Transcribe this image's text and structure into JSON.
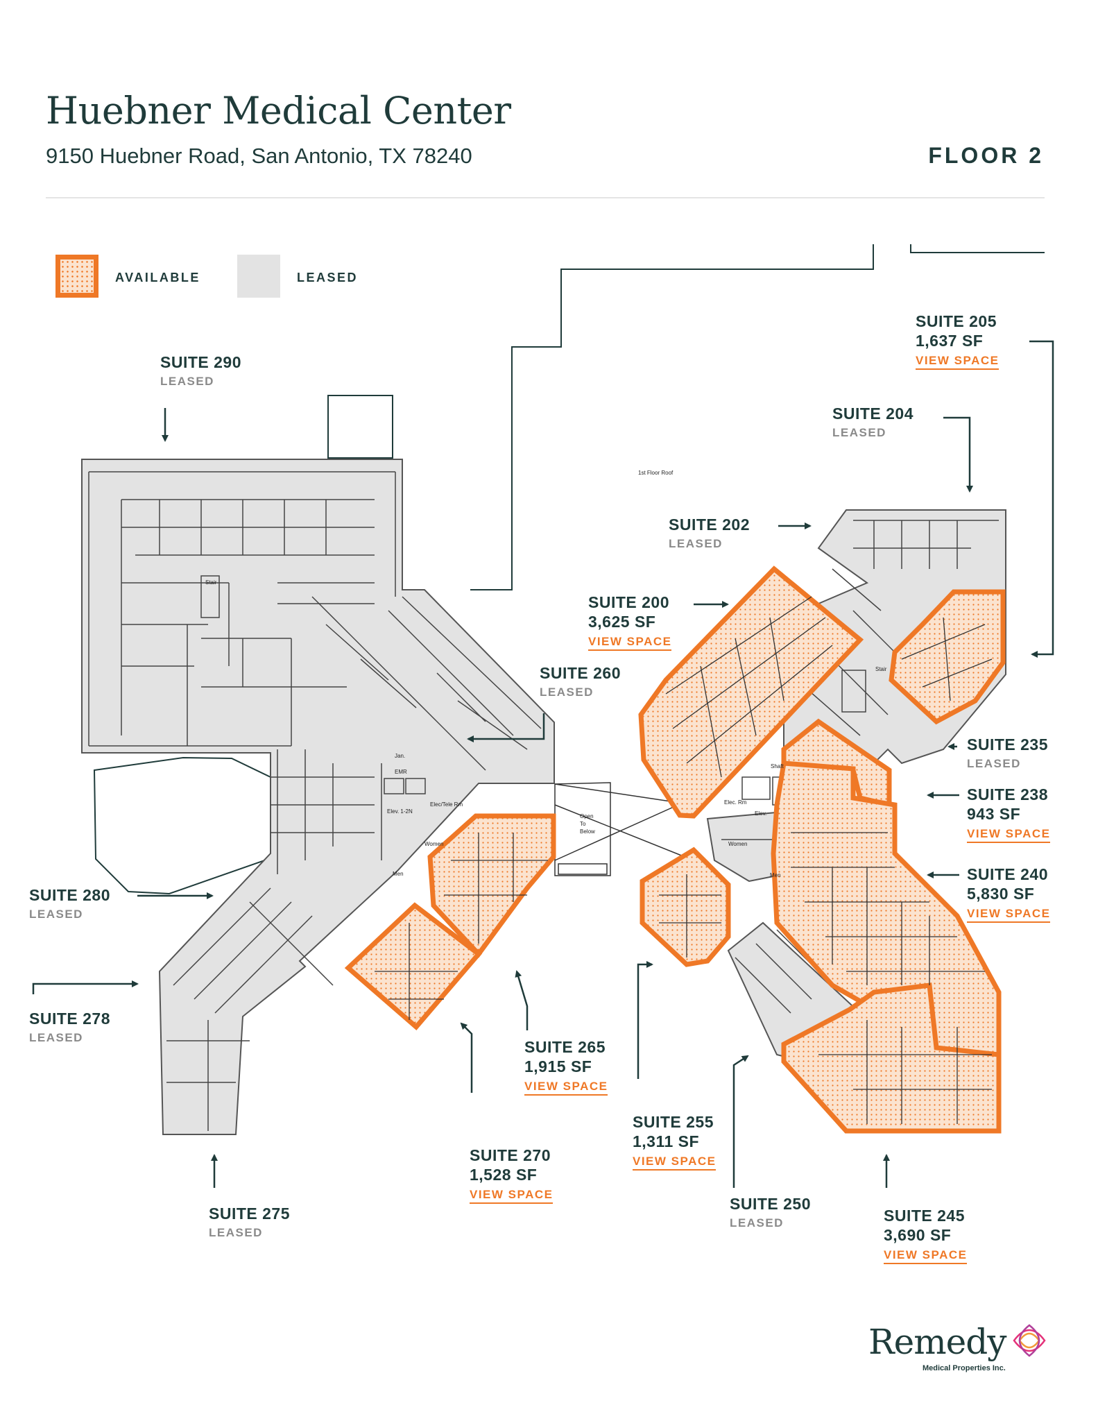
{
  "header": {
    "title": "Huebner Medical Center",
    "address": "9150 Huebner Road, San Antonio, TX 78240",
    "floor": "FLOOR 2"
  },
  "legend": {
    "available": "AVAILABLE",
    "leased": "LEASED"
  },
  "colors": {
    "available_outline": "#ef7826",
    "available_fill": "#fbe3cf",
    "leased_fill": "#e3e3e3",
    "text": "#1f3b3a"
  },
  "plan_notes": {
    "roof": "1st Floor Roof",
    "open_line1": "Open",
    "open_line2": "To",
    "open_line3": "Below",
    "stair": "Stair",
    "emr": "EMR",
    "jan": "Jan.",
    "shaft": "Shaft",
    "elev": "Elev.",
    "elev_left": "Elev. 1-2N",
    "elec_tele": "Elec/Tele Rm",
    "elec_rm": "Elec. Rm",
    "women": "Women",
    "men": "Men"
  },
  "suites": {
    "s205": {
      "name": "SUITE 205",
      "sf": "1,637 SF",
      "link": "VIEW SPACE"
    },
    "s290": {
      "name": "SUITE 290",
      "status": "LEASED"
    },
    "s204": {
      "name": "SUITE 204",
      "status": "LEASED"
    },
    "s202": {
      "name": "SUITE 202",
      "status": "LEASED"
    },
    "s200": {
      "name": "SUITE 200",
      "sf": "3,625 SF",
      "link": "VIEW SPACE"
    },
    "s260": {
      "name": "SUITE 260",
      "status": "LEASED"
    },
    "s235": {
      "name": "SUITE 235",
      "status": "LEASED"
    },
    "s238": {
      "name": "SUITE 238",
      "sf": "943 SF",
      "link": "VIEW SPACE"
    },
    "s240": {
      "name": "SUITE 240",
      "sf": "5,830 SF",
      "link": "VIEW SPACE"
    },
    "s280": {
      "name": "SUITE 280",
      "status": "LEASED"
    },
    "s278": {
      "name": "SUITE 278",
      "status": "LEASED"
    },
    "s265": {
      "name": "SUITE 265",
      "sf": "1,915 SF",
      "link": "VIEW SPACE"
    },
    "s255": {
      "name": "SUITE 255",
      "sf": "1,311 SF",
      "link": "VIEW SPACE"
    },
    "s270": {
      "name": "SUITE 270",
      "sf": "1,528 SF",
      "link": "VIEW SPACE"
    },
    "s275": {
      "name": "SUITE 275",
      "status": "LEASED"
    },
    "s250": {
      "name": "SUITE 250",
      "status": "LEASED"
    },
    "s245": {
      "name": "SUITE 245",
      "sf": "3,690 SF",
      "link": "VIEW SPACE"
    }
  },
  "logo": {
    "name": "Remedy",
    "sub": "Medical Properties Inc."
  }
}
